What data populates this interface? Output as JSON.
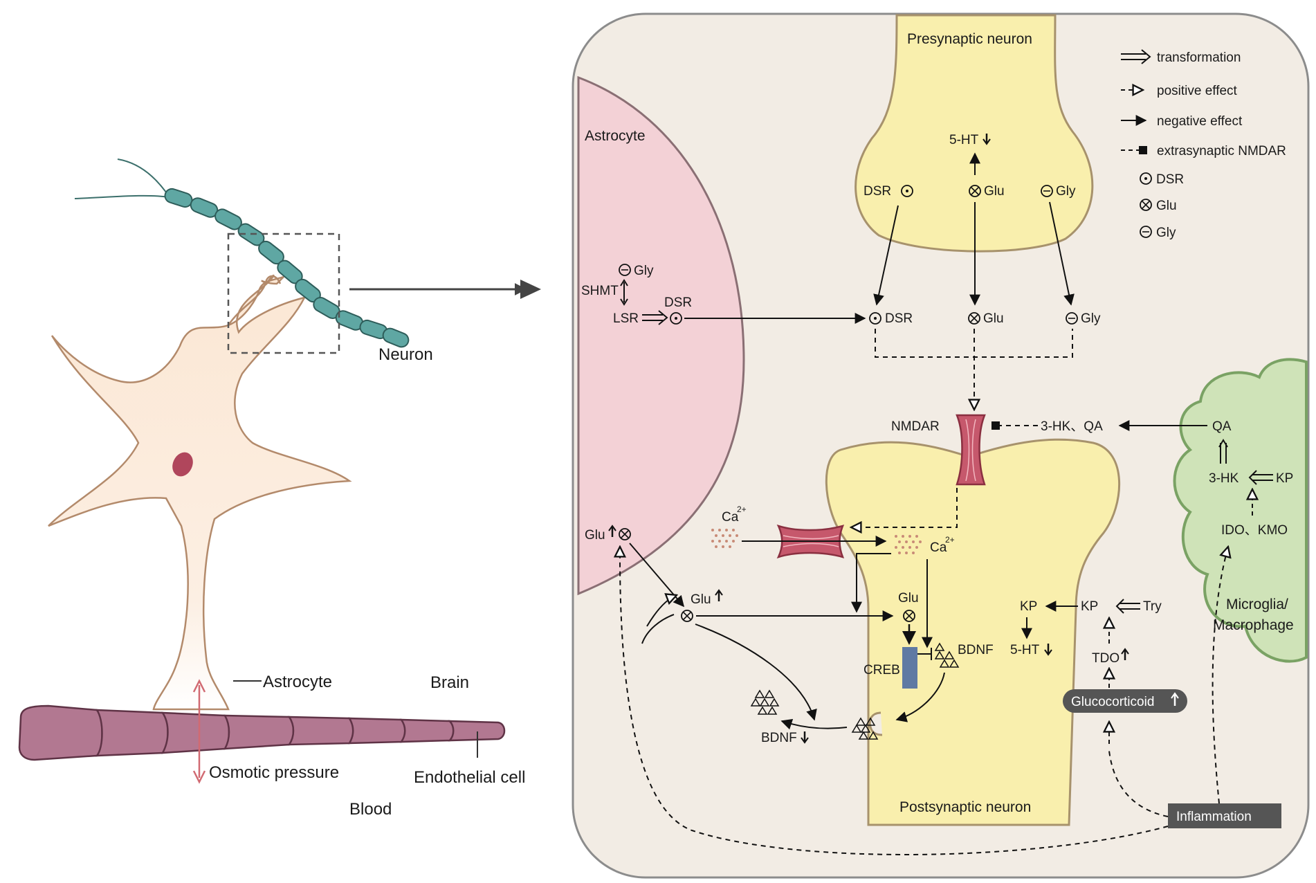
{
  "left_panel": {
    "neuron_label": "Neuron",
    "astrocyte_label": "Astrocyte",
    "brain_label": "Brain",
    "osmotic_label": "Osmotic pressure",
    "endothelial_label": "Endothelial cell",
    "blood_label": "Blood"
  },
  "legend": {
    "transformation": "transformation",
    "positive": "positive effect",
    "negative": "negative effect",
    "extrasynaptic": "extrasynaptic NMDAR",
    "dsr": "DSR",
    "glu": "Glu",
    "gly": "Gly"
  },
  "right_panel": {
    "astrocyte": "Astrocyte",
    "presynaptic": "Presynaptic neuron",
    "postsynaptic": "Postsynaptic neuron",
    "microglia_line1": "Microglia/",
    "microglia_line2": "Macrophage",
    "nmdar": "NMDAR",
    "shmt": "SHMT",
    "lsr": "LSR",
    "dsr": "DSR",
    "glu": "Glu",
    "gly": "Gly",
    "ht_top": "5-HT",
    "hk_qa": "3-HK、QA",
    "qa": "QA",
    "three_hk": "3-HK",
    "kp": "KP",
    "ido_kmo": "IDO、KMO",
    "ca": "Ca",
    "ca_sup": "2+",
    "glu_up": "Glu",
    "creb": "CREB",
    "bdnf": "BDNF",
    "try": "Try",
    "ht_mid": "5-HT",
    "tdo": "TDO",
    "glucocorticoid": "Glucocorticoid",
    "inflammation": "Inflammation"
  }
}
